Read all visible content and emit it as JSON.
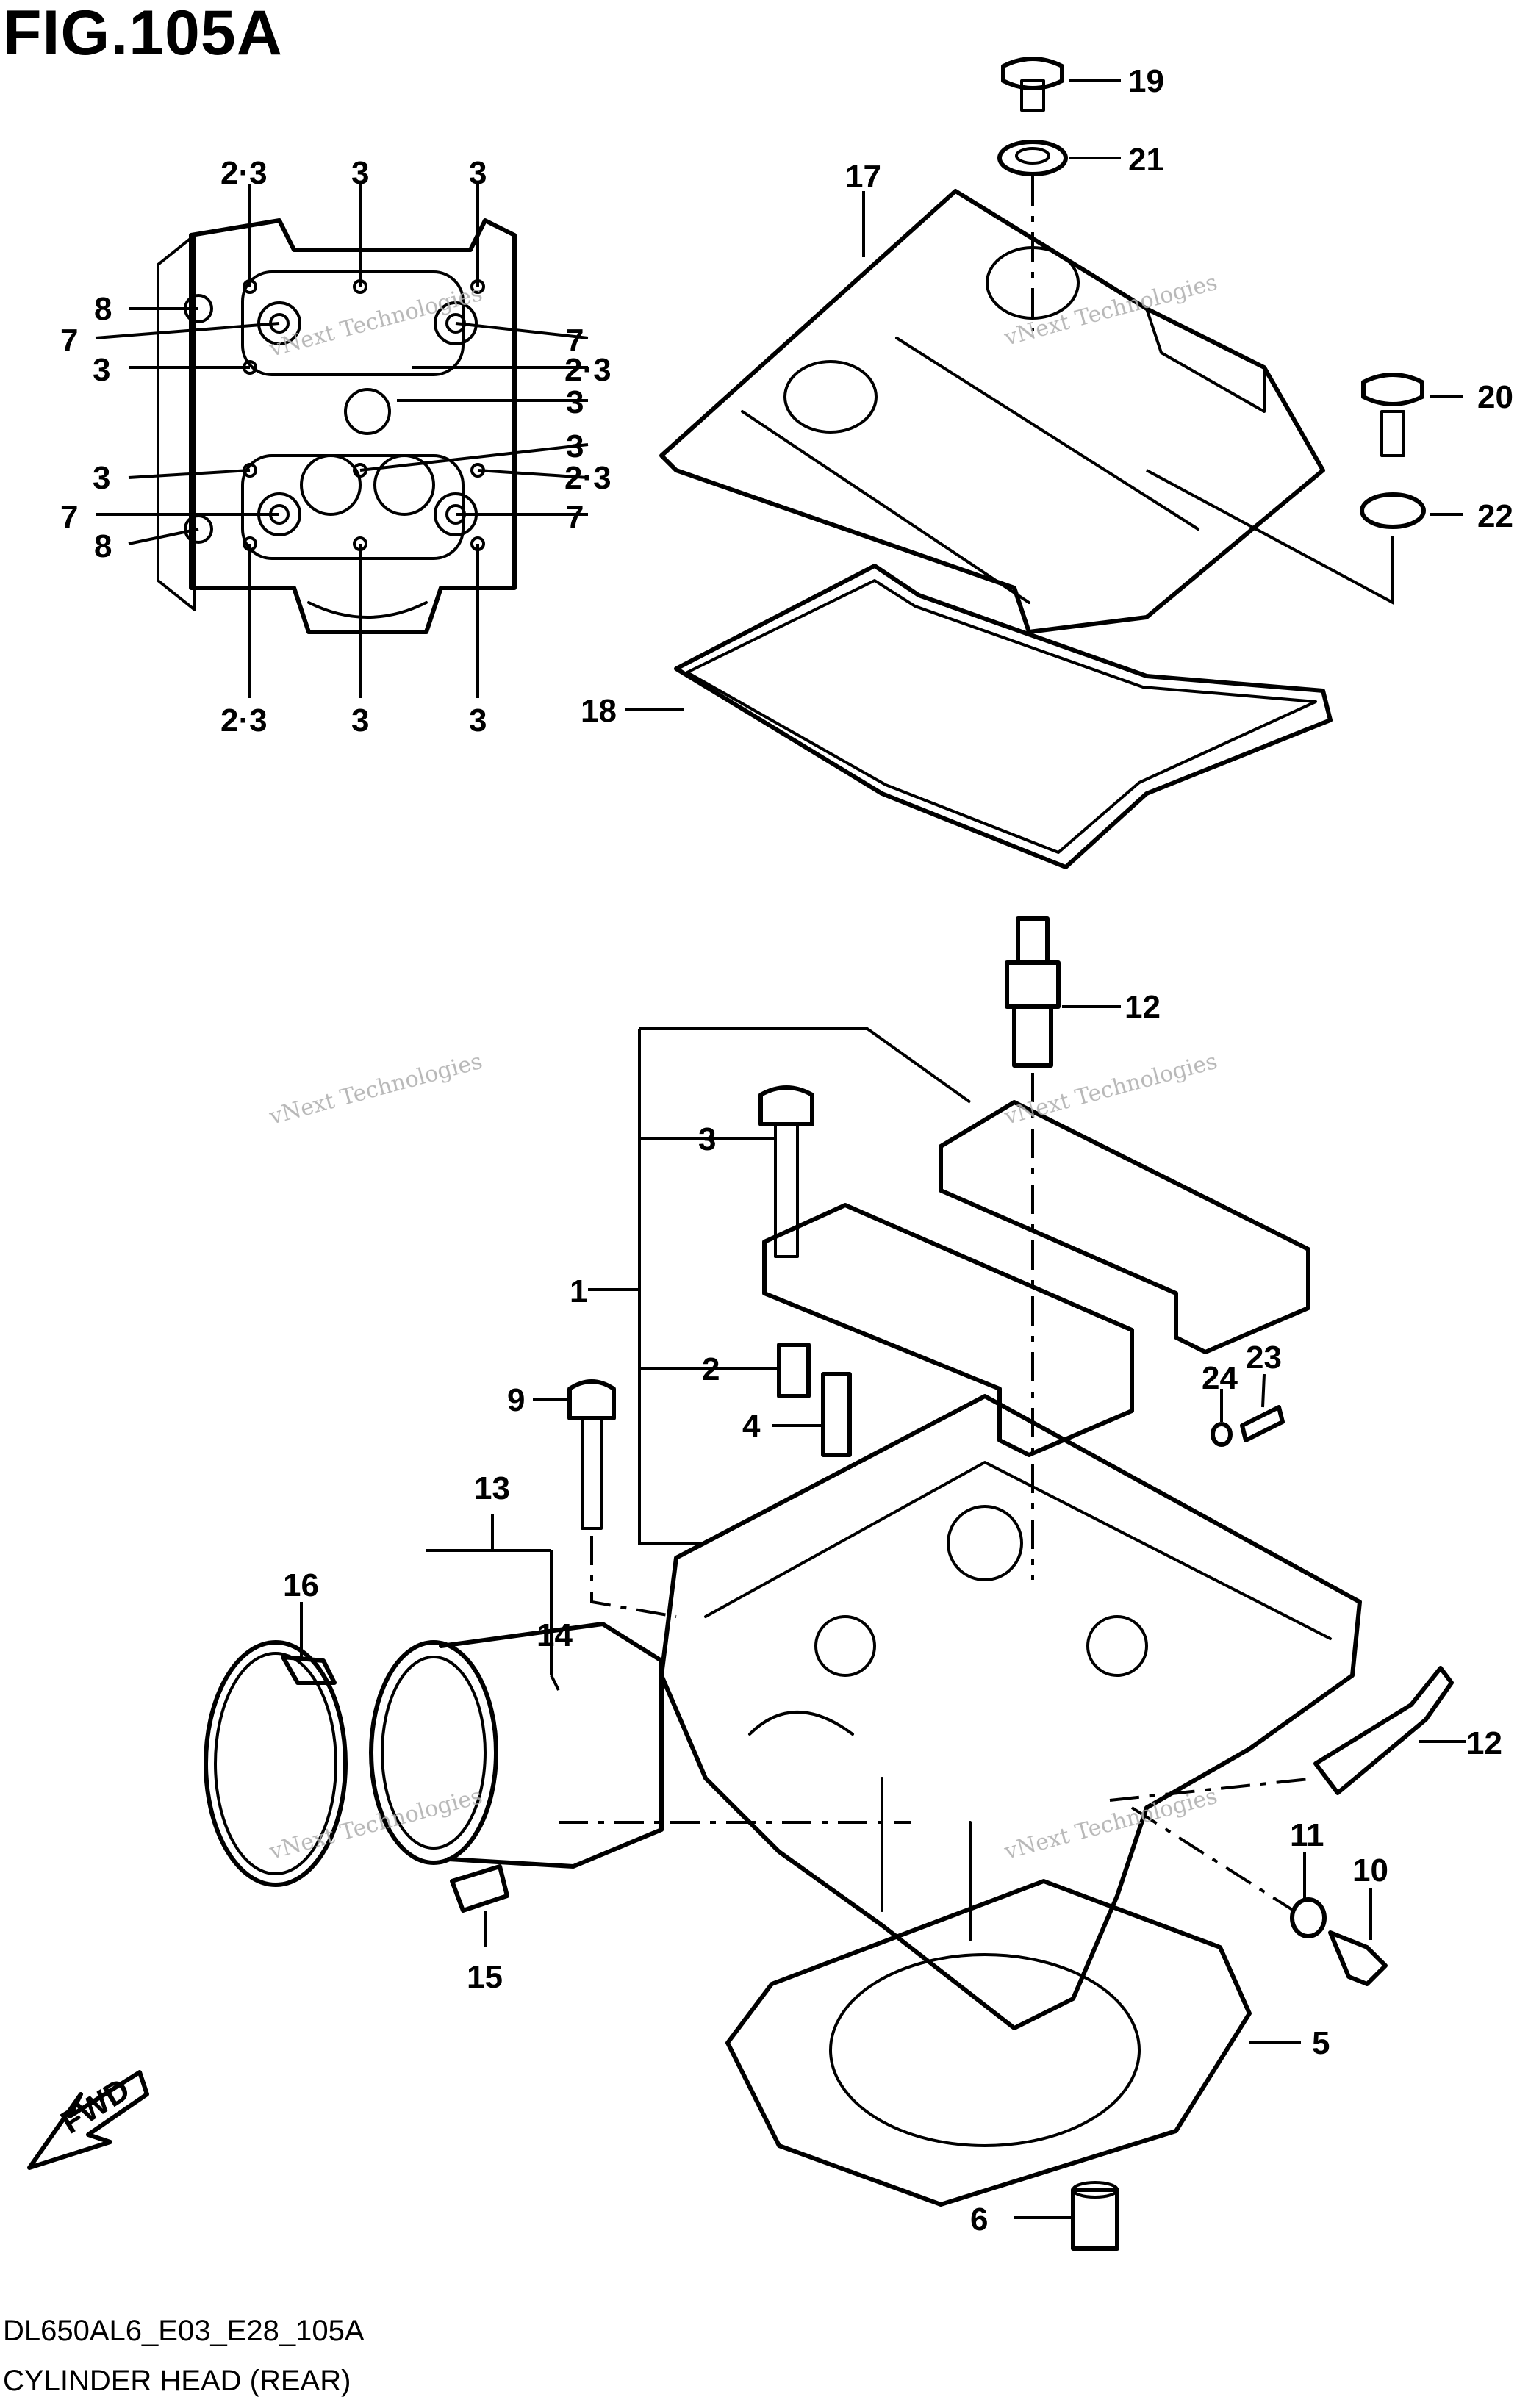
{
  "figure": {
    "title": "FIG.105A",
    "code": "DL650AL6_E03_E28_105A",
    "caption": "CYLINDER HEAD (REAR)"
  },
  "watermark": {
    "line1": "vNext Technologies",
    "line2": "vNext",
    "line3": "Technologies"
  },
  "fwd_label": "FWD",
  "callouts": {
    "top_view": [
      "2·3",
      "3",
      "3",
      "8",
      "7",
      "7",
      "3",
      "2·3",
      "3",
      "3",
      "3",
      "2·3",
      "7",
      "7",
      "8",
      "2·3",
      "3",
      "3"
    ],
    "cover": [
      "19",
      "21",
      "17",
      "20",
      "22",
      "18"
    ],
    "head": [
      "12",
      "3",
      "1",
      "2",
      "4",
      "9",
      "24",
      "23",
      "13",
      "16",
      "14",
      "12",
      "11",
      "10",
      "15",
      "5",
      "6"
    ]
  }
}
